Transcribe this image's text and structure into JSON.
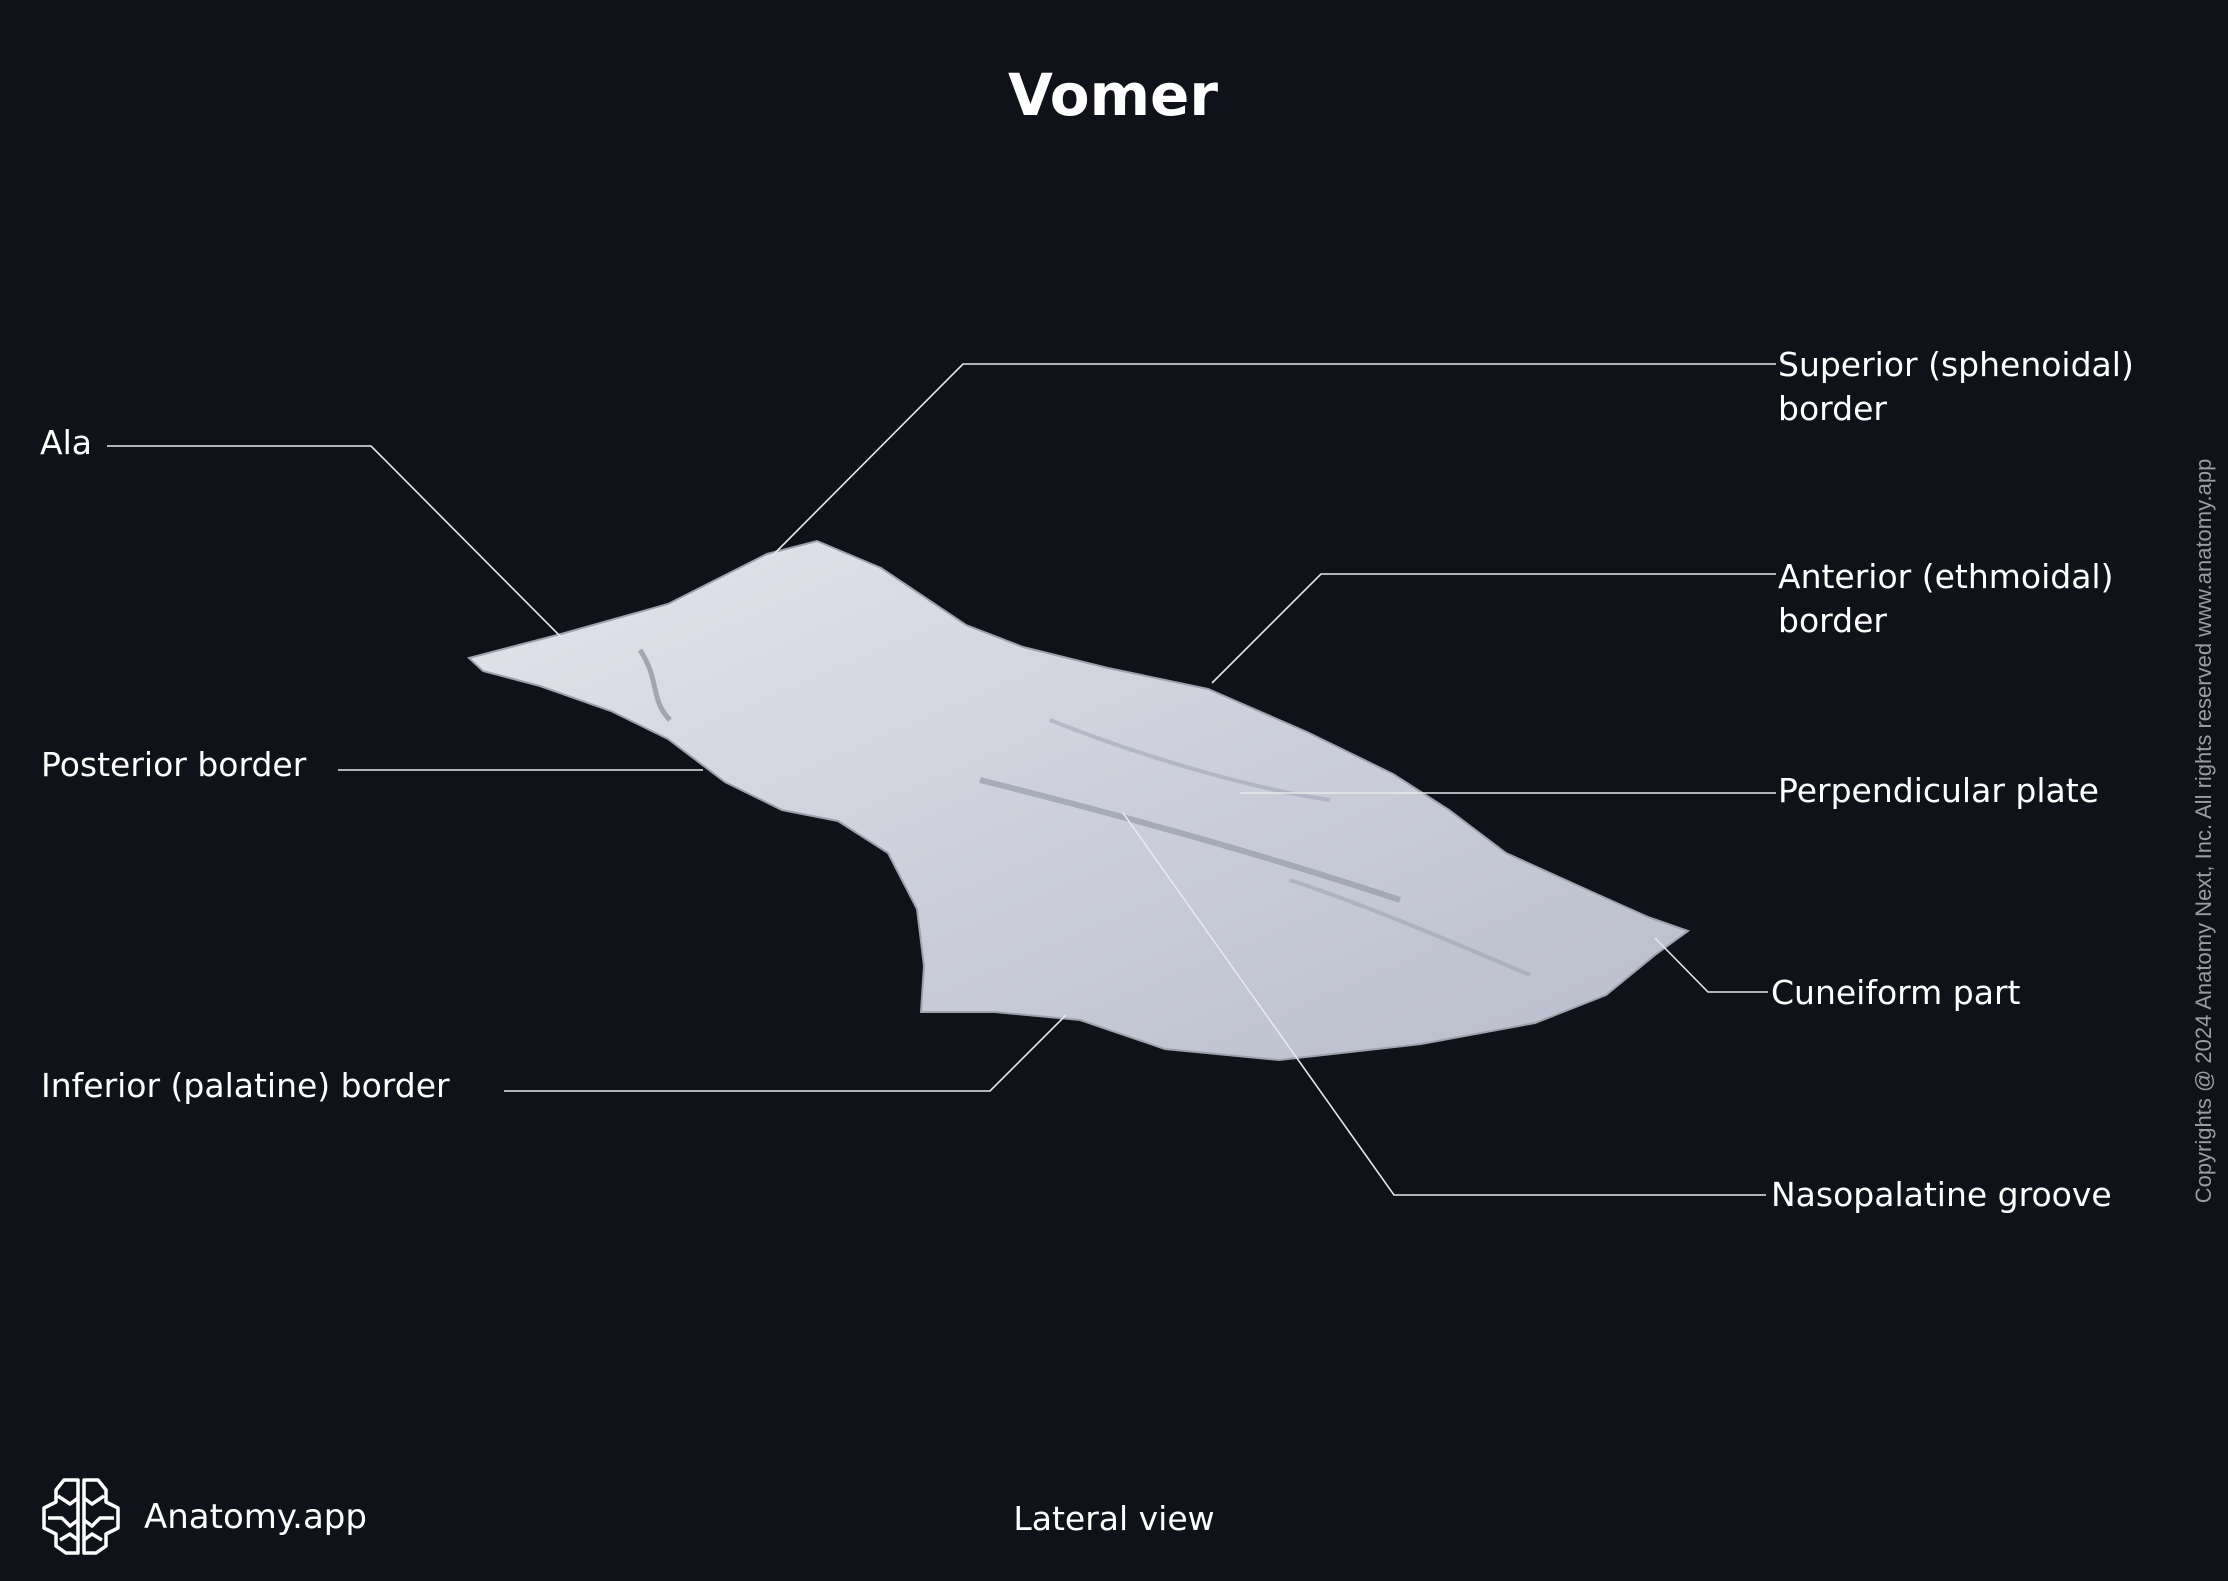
{
  "title": "Vomer",
  "view": "Lateral view",
  "brand": {
    "name": "Anatomy.app",
    "logo_icon": "brain-icon"
  },
  "copyright": "Copyrights @ 2024 Anatomy Next, Inc. All rights reserved www.anatomy.app",
  "labels": {
    "ala": "Ala",
    "posterior_border": "Posterior border",
    "inferior_border": "Inferior (palatine) border",
    "superior_border": [
      "Superior (sphenoidal)",
      "border"
    ],
    "anterior_border": [
      "Anterior (ethmoidal)",
      "border"
    ],
    "perpendicular_plate": "Perpendicular plate",
    "cuneiform_part": "Cuneiform part",
    "nasopalatine_groove": "Nasopalatine groove"
  },
  "colors": {
    "background": "#0f1218",
    "bone": "#d3d5df",
    "text": "#ffffff"
  }
}
